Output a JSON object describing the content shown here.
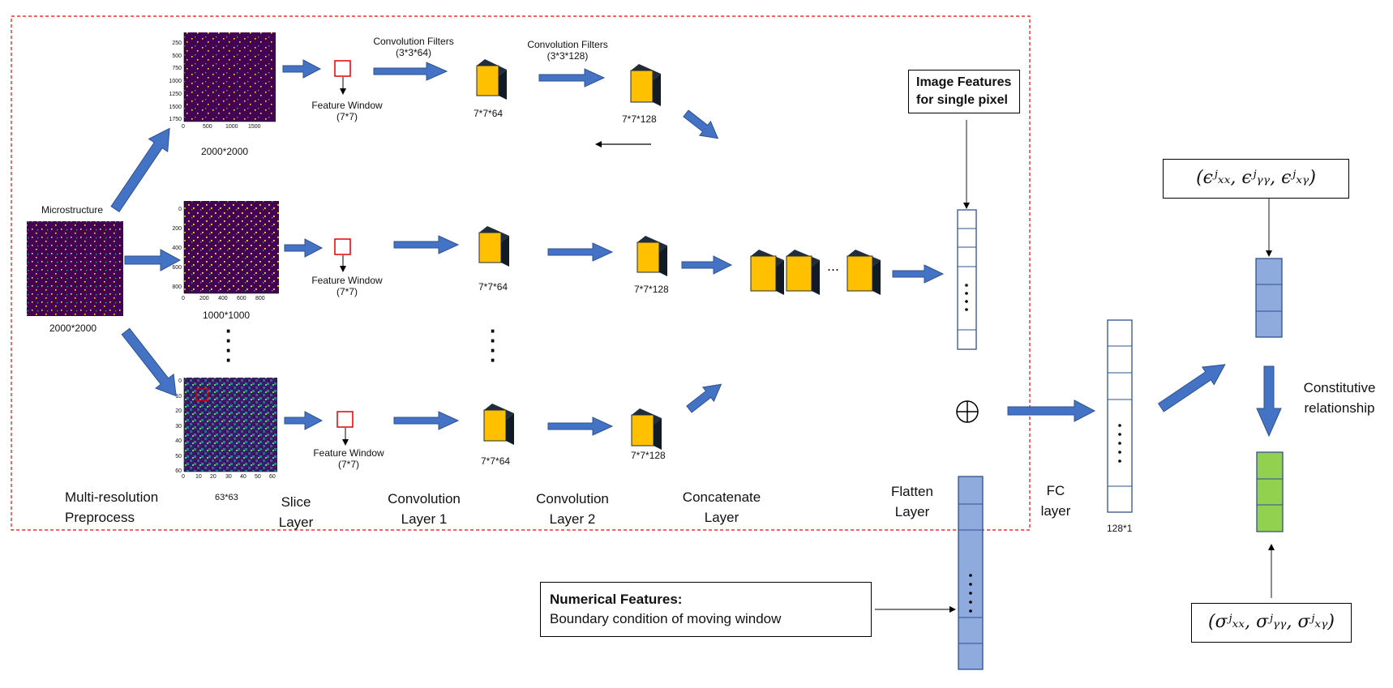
{
  "labels": {
    "microstructure": "Microstructure",
    "input_size": "2000*2000",
    "res1_size": "2000*2000",
    "res2_size": "1000*1000",
    "res3_size": "63*63",
    "feature_window": "Feature Window",
    "feature_window_size": "(7*7)",
    "conv_filters": "Convolution Filters",
    "conv_filters_1": "(3*3*64)",
    "conv_filters_2": "(3*3*128)",
    "fm1": "7*7*64",
    "fm2": "7*7*128",
    "ellipsis": "...",
    "image_features_line1": "Image Features",
    "image_features_line2": "for single pixel",
    "numerical_features_line1": "Numerical Features:",
    "numerical_features_line2": "Boundary condition of moving window",
    "fc_size": "128*1",
    "constitutive_line1": "Constitutive",
    "constitutive_line2": "relationship",
    "strain": "(ϵʲₓₓ, ϵʲᵧᵧ, ϵʲₓᵧ)",
    "stress": "(σʲₓₓ, σʲᵧᵧ, σʲₓᵧ)",
    "oplus": "⊕"
  },
  "stages": {
    "preprocess": [
      "Multi-resolution",
      "Preprocess"
    ],
    "slice": [
      "Slice",
      "Layer"
    ],
    "conv1": [
      "Convolution",
      "Layer 1"
    ],
    "conv2": [
      "Convolution",
      "Layer 2"
    ],
    "concat": [
      "Concatenate",
      "Layer"
    ],
    "flatten": [
      "Flatten",
      "Layer"
    ],
    "fc": [
      "FC",
      "layer"
    ]
  },
  "axes": {
    "res1_y": [
      "250",
      "500",
      "750",
      "1000",
      "1250",
      "1500",
      "1750"
    ],
    "res1_x": [
      "0",
      "500",
      "1000",
      "1500"
    ],
    "res2_y": [
      "0",
      "200",
      "400",
      "600",
      "800"
    ],
    "res2_x": [
      "0",
      "200",
      "400",
      "600",
      "800"
    ],
    "res3_y": [
      "0",
      "10",
      "20",
      "30",
      "40",
      "50",
      "60"
    ],
    "res3_x": [
      "0",
      "10",
      "20",
      "30",
      "40",
      "50",
      "60"
    ]
  },
  "colors": {
    "arrow_blue": "#4472c4",
    "arrow_blue_dark": "#2f528f",
    "cube_yellow": "#ffc000",
    "cube_dark": "#1f2d3d",
    "vector_blue": "#8faadc",
    "vector_green": "#92d050",
    "dashed_red": "#ff0000",
    "map_purple": "#440154"
  }
}
